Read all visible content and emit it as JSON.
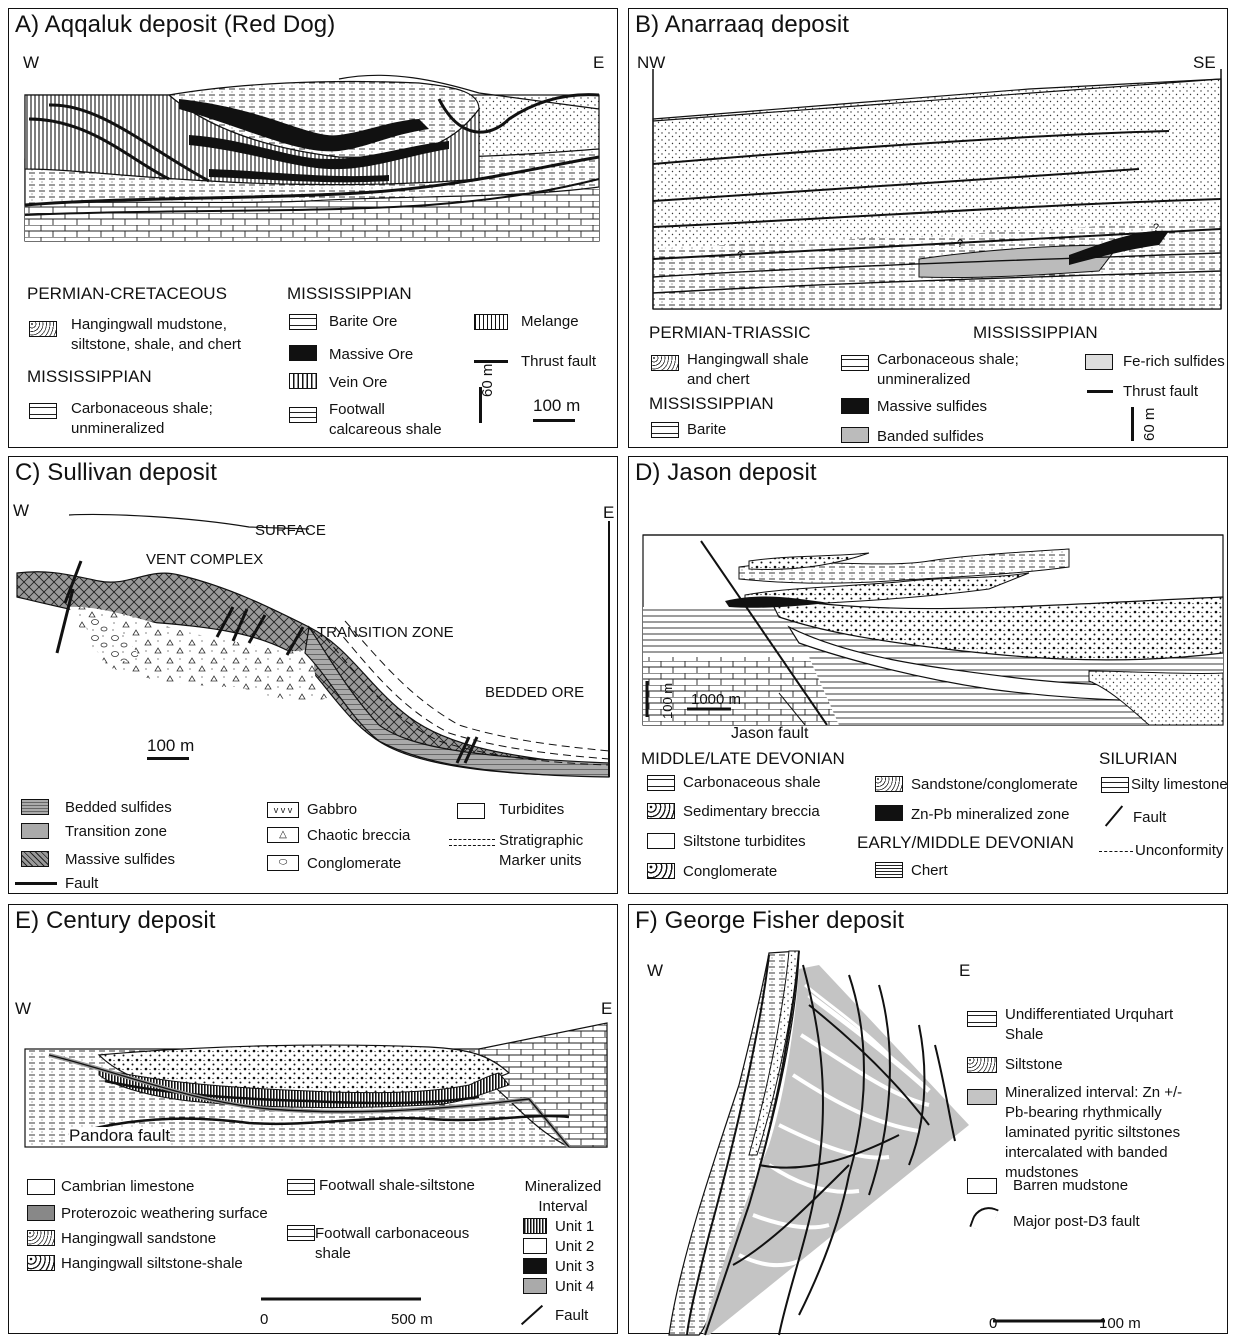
{
  "panels": {
    "a": {
      "title": "A) Aqqaluk deposit (Red Dog)",
      "west": "W",
      "east": "E",
      "legend": {
        "perm_cret": "PERMIAN-CRETACEOUS",
        "hangingwall": "Hangingwall mudstone, siltstone, shale, and chert",
        "miss_left": "MISSISSIPPIAN",
        "carb_shale": "Carbonaceous shale; unmineralized",
        "miss_mid": "MISSISSIPPIAN",
        "barite_ore": "Barite Ore",
        "massive_ore": "Massive Ore",
        "vein_ore": "Vein Ore",
        "footwall": "Footwall calcareous shale",
        "melange": "Melange",
        "thrust_fault": "Thrust fault",
        "scale_v": "60 m",
        "scale_h": "100 m"
      }
    },
    "b": {
      "title": "B) Anarraaq deposit",
      "nw": "NW",
      "se": "SE",
      "qmark": "?",
      "legend": {
        "perm_tri": "PERMIAN-TRIASSIC",
        "hangingwall": "Hangingwall shale and chert",
        "miss_left": "MISSISSIPPIAN",
        "barite": "Barite",
        "miss_mid": "MISSISSIPPIAN",
        "carb_shale": "Carbonaceous shale; unmineralized",
        "massive_sulf": "Massive sulfides",
        "banded_sulf": "Banded sulfides",
        "fe_rich": "Fe-rich sulfides",
        "thrust_fault": "Thrust fault",
        "scale_v": "60 m"
      }
    },
    "c": {
      "title": "C) Sullivan deposit",
      "west": "W",
      "east": "E",
      "surface": "SURFACE",
      "vent": "VENT COMPLEX",
      "transition": "TRANSITION ZONE",
      "bedded_ore": "BEDDED ORE",
      "scale_h": "100 m",
      "legend": {
        "bedded_sulf": "Bedded sulfides",
        "transition_zone": "Transition zone",
        "massive_sulf": "Massive sulfides",
        "fault": "Fault",
        "gabbro": "Gabbro",
        "chaotic": "Chaotic breccia",
        "conglomerate": "Conglomerate",
        "turbidites": "Turbidites",
        "marker": "Stratigraphic Marker units",
        "gabbro_sym": "v v v"
      }
    },
    "d": {
      "title": "D) Jason deposit",
      "scale_v": "100 m",
      "scale_h": "1000 m",
      "jason_fault": "Jason fault",
      "legend": {
        "mid_late_dev": "MIDDLE/LATE DEVONIAN",
        "carb_shale": "Carbonaceous shale",
        "sed_breccia": "Sedimentary breccia",
        "silt_turb": "Siltstone turbidites",
        "conglomerate": "Conglomerate",
        "sand_cong": "Sandstone/conglomerate",
        "znpb": "Zn-Pb mineralized zone",
        "early_mid_dev": "EARLY/MIDDLE DEVONIAN",
        "chert": "Chert",
        "silurian": "SILURIAN",
        "silty_ls": "Silty limestone",
        "fault": "Fault",
        "unconformity": "Unconformity"
      }
    },
    "e": {
      "title": "E) Century deposit",
      "west": "W",
      "east": "E",
      "pandora": "Pandora fault",
      "legend": {
        "cambrian": "Cambrian limestone",
        "proterozoic": "Proterozoic weathering surface",
        "hw_sandstone": "Hangingwall sandstone",
        "hw_siltstone": "Hangingwall siltstone-shale",
        "fw_shale": "Footwall shale-siltstone",
        "fw_carb": "Footwall carbonaceous shale",
        "mineralized": "Mineralized Interval",
        "unit1": "Unit 1",
        "unit2": "Unit 2",
        "unit3": "Unit 3",
        "unit4": "Unit 4",
        "fault": "Fault",
        "scale_0": "0",
        "scale_500": "500 m"
      }
    },
    "f": {
      "title": "F) George Fisher deposit",
      "west": "W",
      "east": "E",
      "legend": {
        "urquhart": "Undifferentiated Urquhart Shale",
        "siltstone": "Siltstone",
        "mineralized": "Mineralized interval: Zn +/- Pb-bearing rhythmically laminated pyritic siltstones intercalated with banded mudstones",
        "barren": "Barren mudstone",
        "fault": "Major post-D3 fault",
        "scale_0": "0",
        "scale_100": "100 m"
      }
    }
  }
}
